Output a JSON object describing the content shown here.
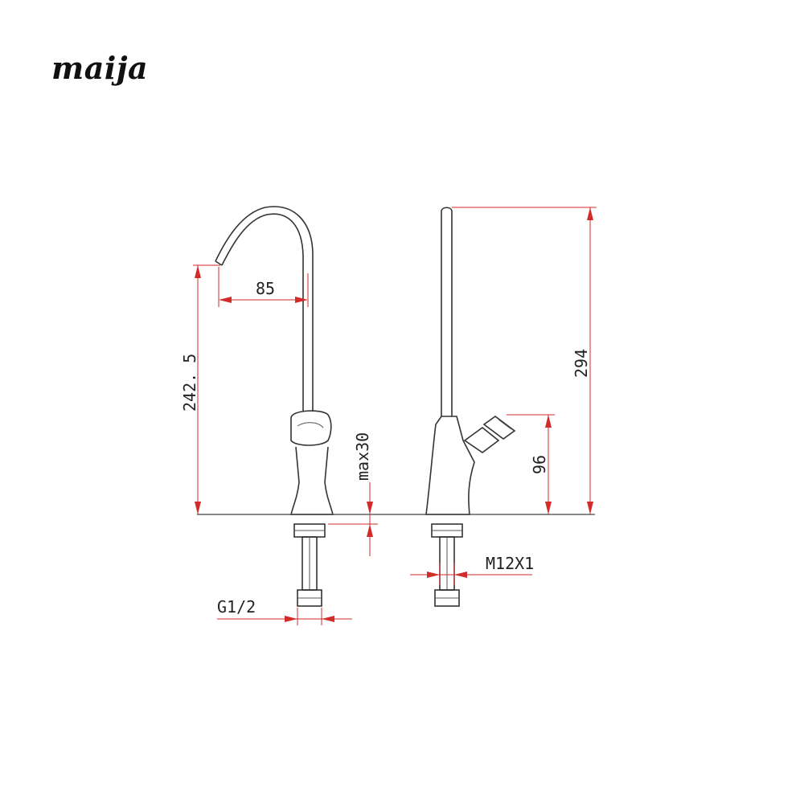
{
  "brand": "maija",
  "dimensions": {
    "spout_reach": "85",
    "left_height": "242. 5",
    "max_thickness": "max30",
    "total_height": "294",
    "handle_height": "96",
    "thread_right": "M12X1",
    "thread_left": "G1/2"
  },
  "colors": {
    "dimension": "#d32a2a",
    "outline": "#333333"
  }
}
